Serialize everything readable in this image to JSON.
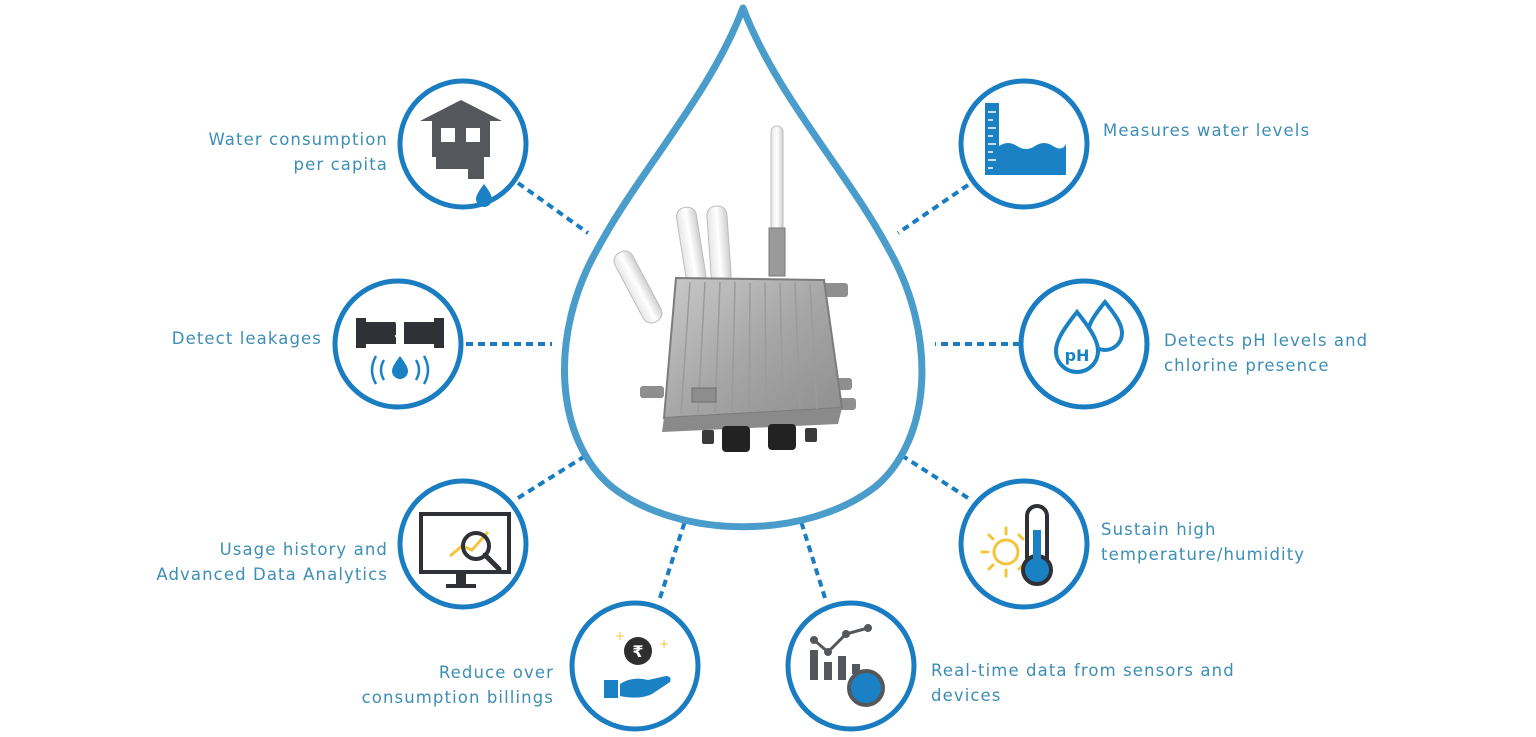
{
  "colors": {
    "accent": "#1a7cc1",
    "drop_outline": "#4a9ccb",
    "label_text": "#3d8eb5",
    "icon_dark": "#54575c",
    "icon_blue": "#1a82c4",
    "sun_yellow": "#f2c53d",
    "coin_dark": "#2f2f2f"
  },
  "features": [
    {
      "icon": "house-tap-icon",
      "lines": [
        "Water consumption",
        "per capita"
      ]
    },
    {
      "icon": "water-level-icon",
      "lines": [
        "Measures water levels"
      ]
    },
    {
      "icon": "broken-pipe-icon",
      "lines": [
        "Detect leakages"
      ]
    },
    {
      "icon": "ph-drops-icon",
      "lines": [
        "Detects pH levels and",
        "chlorine presence"
      ]
    },
    {
      "icon": "analytics-monitor-icon",
      "lines": [
        "Usage history and",
        "Advanced Data Analytics"
      ]
    },
    {
      "icon": "sun-thermometer-icon",
      "lines": [
        "Sustain high",
        "temperature/humidity"
      ]
    },
    {
      "icon": "rupee-hand-icon",
      "lines": [
        "Reduce over",
        "consumption billings"
      ]
    },
    {
      "icon": "realtime-chart-icon",
      "lines": [
        "Real-time data from sensors and",
        "devices"
      ]
    }
  ],
  "center": {
    "icon": "iot-gateway-device-icon"
  }
}
